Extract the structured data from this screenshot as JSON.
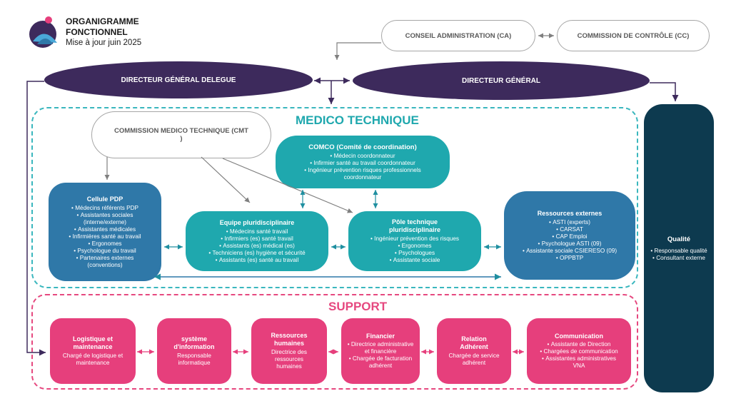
{
  "header": {
    "title_line1": "ORGANIGRAMME",
    "title_line2": "FONCTIONNEL",
    "subtitle": "Mise à jour juin 2025"
  },
  "governance": {
    "ca": "CONSEIL ADMINISTRATION (CA)",
    "cc": "COMMISSION DE CONTRÔLE (CC)",
    "dgd": "DIRECTEUR GÉNÉRAL DELEGUE",
    "dg": "DIRECTEUR GÉNÉRAL"
  },
  "medico": {
    "title": "MEDICO TECHNIQUE",
    "cmt": "COMMISSION MEDICO TECHNIQUE (CMT )",
    "comco": {
      "title": "COMCO (Comité de coordination)",
      "items": [
        "Médecin coordonnateur",
        "Infirmier santé au travail coordonnateur",
        "Ingénieur prévention risques professionnels coordonnateur"
      ]
    },
    "cellule": {
      "title": "Cellule PDP",
      "items": [
        "Médecins référents PDP",
        "Assistantes sociales (interne/externe)",
        "Assistantes médicales",
        "Infirmières santé au travail",
        "Ergonomes",
        "Psychologue du travail",
        "Partenaires externes (conventions)"
      ]
    },
    "equipe": {
      "title": "Equipe pluridisciplinaire",
      "items": [
        "Médecins santé travail",
        "Infirmiers (es) santé travail",
        "Assistants (es) médical (es)",
        "Techniciens (es) hygiène et sécurité",
        "Assistants (es) santé au travail"
      ]
    },
    "pole": {
      "title": "Pôle technique pluridisciplinaire",
      "items": [
        "Ingénieur prévention des risques",
        "Ergonomes",
        "Psychologues",
        "Assistante sociale"
      ]
    },
    "ressources": {
      "title": "Ressources externes",
      "items": [
        "ASTI (experts)",
        "CARSAT",
        "CAP Emploi",
        "Psychologue  ASTI (09)",
        "Assistante sociale CSIERESO (09)",
        "OPPBTP"
      ]
    }
  },
  "qualite": {
    "title": "Qualité",
    "items": [
      "Responsable qualité",
      "Consultant externe"
    ]
  },
  "support": {
    "title": "SUPPORT",
    "units": [
      {
        "title": "Logistique et maintenance",
        "desc": "Chargé de logistique et maintenance"
      },
      {
        "title": "système d'information",
        "desc": "Responsable informatique"
      },
      {
        "title": "Ressources humaines",
        "desc": "Directrice des ressources humaines"
      },
      {
        "title": "Financier",
        "items": [
          "Directrice administrative et financière",
          "Chargée de facturation adhérent"
        ]
      },
      {
        "title": "Relation Adhérent",
        "desc": "Chargée de service adhérent"
      },
      {
        "title": "Communication",
        "items": [
          "Assistante de Direction",
          "Chargées de communication",
          "Assistantes administratives VNA"
        ]
      }
    ]
  },
  "colors": {
    "dark_purple": "#3d2a5c",
    "teal": "#1fa8ae",
    "blue": "#2f78a8",
    "pink": "#e63f7c",
    "navy": "#0d3a4f"
  }
}
